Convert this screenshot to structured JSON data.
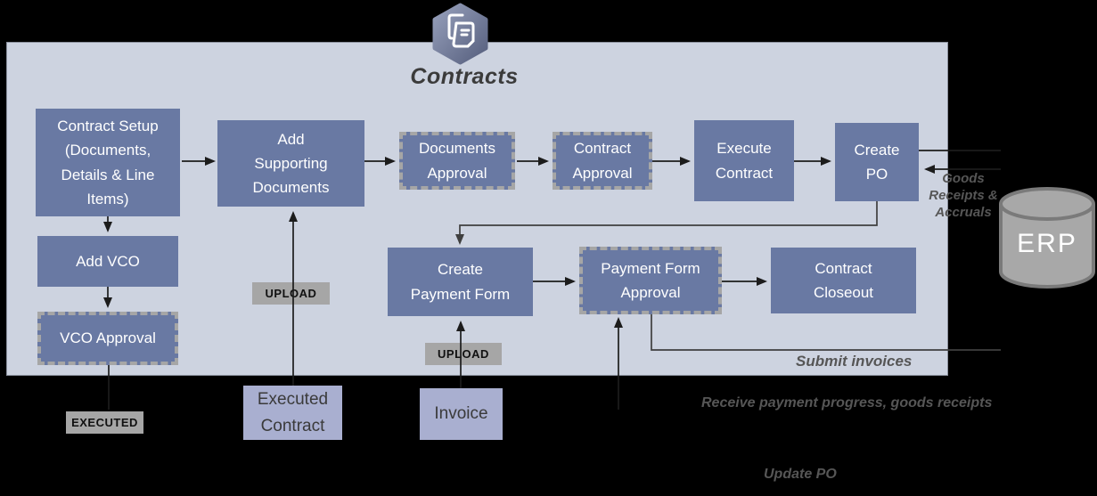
{
  "title": "Contracts",
  "header_icon": "contracts-documents-icon",
  "colors": {
    "canvas_background": "#000000",
    "container_background": "#cdd3e0",
    "process_box": "#6979a3",
    "process_text": "#ffffff",
    "dashed_border": "#a6a6a6",
    "artifact_box": "#a9afd0",
    "tag_background": "#a6a6a6",
    "annotation_text": "#565656",
    "erp_fill": "#a8a8a8",
    "erp_stroke": "#7a7a7a"
  },
  "nodes": [
    {
      "id": "contract-setup",
      "kind": "process",
      "border": "solid",
      "label": "Contract Setup\n(Documents,\nDetails & Line\nItems)"
    },
    {
      "id": "add-supporting-documents",
      "kind": "process",
      "border": "solid",
      "label": "Add\nSupporting\nDocuments"
    },
    {
      "id": "documents-approval",
      "kind": "process",
      "border": "dashed",
      "label": "Documents\nApproval"
    },
    {
      "id": "contract-approval",
      "kind": "process",
      "border": "dashed",
      "label": "Contract\nApproval"
    },
    {
      "id": "execute-contract",
      "kind": "process",
      "border": "solid",
      "label": "Execute\nContract"
    },
    {
      "id": "create-po",
      "kind": "process",
      "border": "solid",
      "label": "Create\nPO"
    },
    {
      "id": "add-vco",
      "kind": "process",
      "border": "solid",
      "label": "Add VCO"
    },
    {
      "id": "vco-approval",
      "kind": "process",
      "border": "dashed",
      "label": "VCO Approval"
    },
    {
      "id": "create-payment-form",
      "kind": "process",
      "border": "solid",
      "label": "Create\nPayment Form"
    },
    {
      "id": "payment-form-approval",
      "kind": "process",
      "border": "dashed",
      "label": "Payment Form\nApproval"
    },
    {
      "id": "contract-closeout",
      "kind": "process",
      "border": "solid",
      "label": "Contract\nCloseout"
    },
    {
      "id": "executed-contract",
      "kind": "artifact",
      "border": "solid",
      "label": "Executed\nContract"
    },
    {
      "id": "invoice",
      "kind": "artifact",
      "border": "solid",
      "label": "Invoice"
    },
    {
      "id": "upload-1",
      "kind": "tag",
      "border": "solid",
      "label": "UPLOAD"
    },
    {
      "id": "upload-2",
      "kind": "tag",
      "border": "solid",
      "label": "UPLOAD"
    },
    {
      "id": "executed",
      "kind": "tag",
      "border": "solid",
      "label": "EXECUTED"
    }
  ],
  "annotations": [
    {
      "id": "goods-receipts-accruals",
      "text": "Goods\nReceipts &\nAccruals",
      "align": "center"
    },
    {
      "id": "submit-invoices",
      "text": "Submit invoices",
      "align": "left"
    },
    {
      "id": "receive-payment-progress",
      "text": "Receive payment progress, goods receipts",
      "align": "left"
    },
    {
      "id": "update-po",
      "text": "Update PO",
      "align": "left"
    }
  ],
  "erp": {
    "label": "ERP"
  }
}
